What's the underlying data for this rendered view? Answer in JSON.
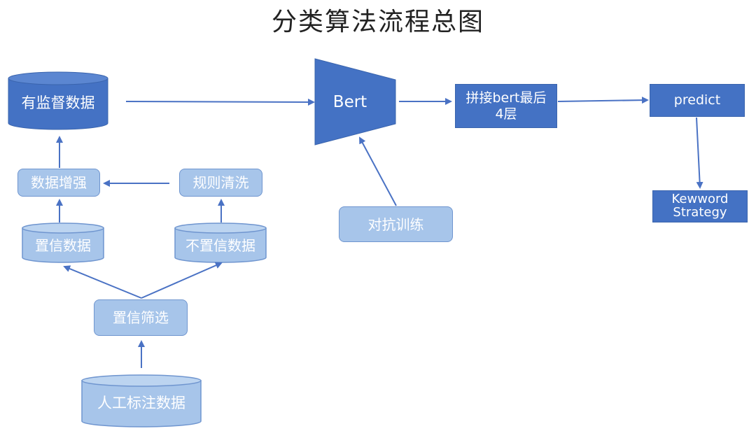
{
  "title": "分类算法流程总图",
  "nodes": {
    "supervised_data": "有监督数据",
    "data_augment": "数据增强",
    "rule_clean": "规则清洗",
    "confident_data": "置信数据",
    "unconfident_data": "不置信数据",
    "confidence_filter": "置信筛选",
    "manual_label_data": "人工标注数据",
    "bert": "Bert",
    "adversarial_training": "对抗训练",
    "concat_line1": "拼接bert最后",
    "concat_line2": "4层",
    "predict": "predict",
    "keyword_line1": "Kewword",
    "keyword_line2": "Strategy"
  },
  "colors": {
    "dark_fill": "#4472c4",
    "light_fill": "#a7c5ea",
    "arrow": "#4a72c4"
  }
}
